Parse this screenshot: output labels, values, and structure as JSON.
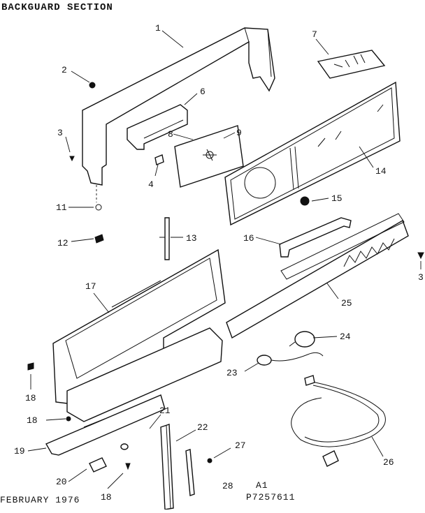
{
  "title": "BACKGUARD SECTION",
  "footer": {
    "date": "FEBRUARY 1976",
    "code": "A1",
    "part_number": "P7257611"
  },
  "callouts": [
    "1",
    "2",
    "3",
    "4",
    "6",
    "7",
    "8",
    "9",
    "14",
    "15",
    "11",
    "12",
    "13",
    "16",
    "17",
    "3",
    "25",
    "24",
    "23",
    "18",
    "18",
    "21",
    "22",
    "27",
    "19",
    "26",
    "20",
    "18",
    "28"
  ]
}
